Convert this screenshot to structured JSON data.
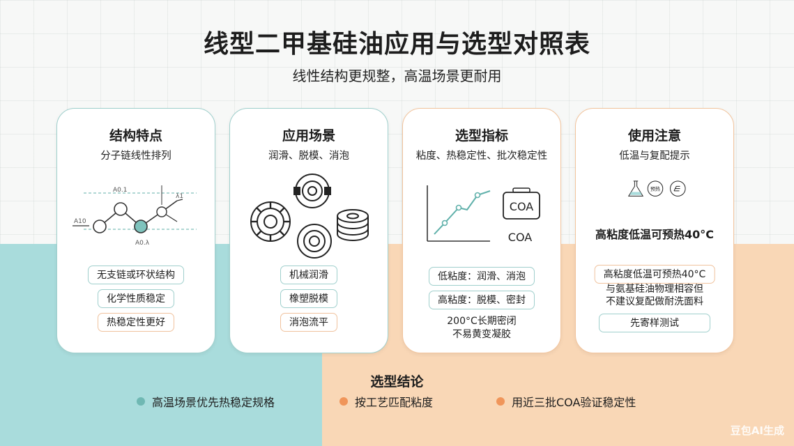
{
  "title": "线型二甲基硅油应用与选型对照表",
  "subtitle": "线性结构更规整，高温场景更耐用",
  "colors": {
    "teal": "#6fb8b3",
    "orange": "#f0955a",
    "teal_band": "#a9dcdc",
    "peach_band": "#f9d7b6"
  },
  "cards": [
    {
      "title": "结构特点",
      "subtitle": "分子链线性排列",
      "illustration": "linear-chain-diagram",
      "diagram_labels": {
        "top": "A0.1",
        "left": "A10",
        "bottom": "A0.λ",
        "right": "λ1"
      },
      "pills": [
        "无支链或环状结构",
        "化学性质稳定",
        "热稳定性更好"
      ]
    },
    {
      "title": "应用场景",
      "subtitle": "润滑、脱模、消泡",
      "illustration": "bearings-and-parts",
      "pills": [
        "机械润滑",
        "橡塑脱模",
        "消泡流平"
      ]
    },
    {
      "title": "选型指标",
      "subtitle": "粘度、热稳定性、批次稳定性",
      "illustration": "line-chart-and-coa",
      "coa_box_label": "COA",
      "coa_label": "COA",
      "pills": [
        "低粘度：润滑、消泡",
        "高粘度：脱模、密封"
      ],
      "note": [
        "200°C长期密闭",
        "不易黄变凝胶"
      ]
    },
    {
      "title": "使用注意",
      "subtitle": "低温与复配提示",
      "illustration": "flask-preheat-wash-icons",
      "preheat_icon_label": "预热",
      "heading": "高粘度低温可预热40°C",
      "pill": "高粘度低温可预热40°C",
      "note": [
        "与氨基硅油物理相容但",
        "不建议复配做耐洗面料"
      ],
      "pill2": "先寄样测试"
    }
  ],
  "conclusion": {
    "title": "选型结论",
    "points": [
      {
        "text": "高温场景优先热稳定规格",
        "color": "#6fb8b3"
      },
      {
        "text": "按工艺匹配粘度",
        "color": "#f0955a"
      },
      {
        "text": "用近三批COA验证稳定性",
        "color": "#f0955a"
      }
    ]
  },
  "watermark": "豆包AI生成"
}
